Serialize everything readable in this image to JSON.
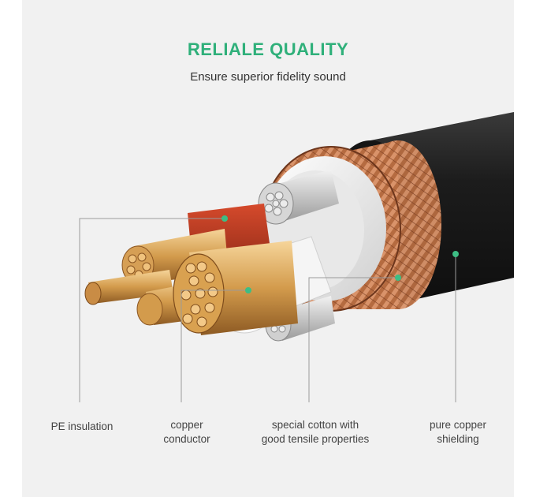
{
  "header": {
    "title": "RELIALE QUALITY",
    "subtitle": "Ensure superior fidelity sound"
  },
  "callouts": [
    {
      "line1": "PE insulation",
      "line2": ""
    },
    {
      "line1": "copper",
      "line2": "conductor"
    },
    {
      "line1": "special cotton with",
      "line2": "good tensile properties"
    },
    {
      "line1": "pure copper",
      "line2": "shielding"
    }
  ],
  "colors": {
    "accent": "#2fb07a",
    "background": "#f1f1f1",
    "jacket": "#1e1e1e",
    "shield": "#b8683d",
    "copper": "#d9a150",
    "red_insulation": "#b83a22"
  }
}
